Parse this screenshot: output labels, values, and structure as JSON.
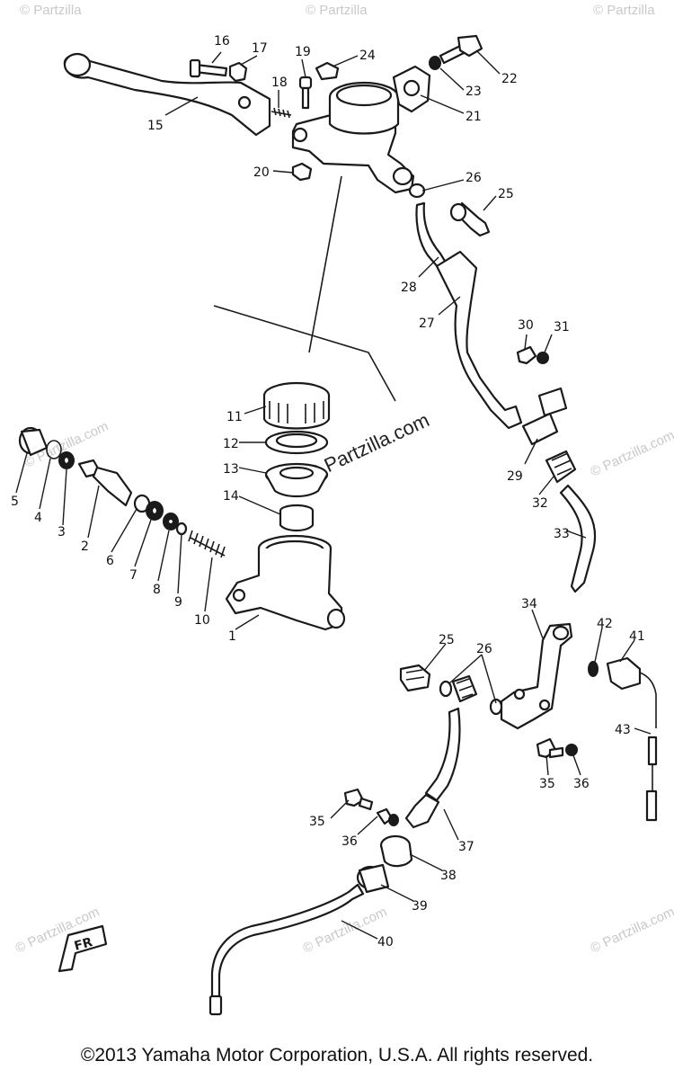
{
  "copyright": "©2013 Yamaha Motor Corporation, U.S.A. All rights reserved.",
  "watermark": "© Partzilla.com",
  "watermark_short": "© Partzilla",
  "fr_mark": "FR",
  "callouts": {
    "c1": "1",
    "c2": "2",
    "c3": "3",
    "c4": "4",
    "c5": "5",
    "c6": "6",
    "c7": "7",
    "c8": "8",
    "c9": "9",
    "c10": "10",
    "c11": "11",
    "c12": "12",
    "c13": "13",
    "c14": "14",
    "c15": "15",
    "c16": "16",
    "c17": "17",
    "c18": "18",
    "c19": "19",
    "c20": "20",
    "c21": "21",
    "c22": "22",
    "c23": "23",
    "c24": "24",
    "c25": "25",
    "c26": "26",
    "c27": "27",
    "c28": "28",
    "c29": "29",
    "c30": "30",
    "c31": "31",
    "c32": "32",
    "c33": "33",
    "c34": "34",
    "c35": "35",
    "c36": "36",
    "c37": "37",
    "c38": "38",
    "c39": "39",
    "c40": "40",
    "c41": "41",
    "c42": "42",
    "c43": "43"
  },
  "colors": {
    "ink": "#1a1a1a",
    "watermark": "#c9c9c9",
    "background": "#ffffff"
  }
}
